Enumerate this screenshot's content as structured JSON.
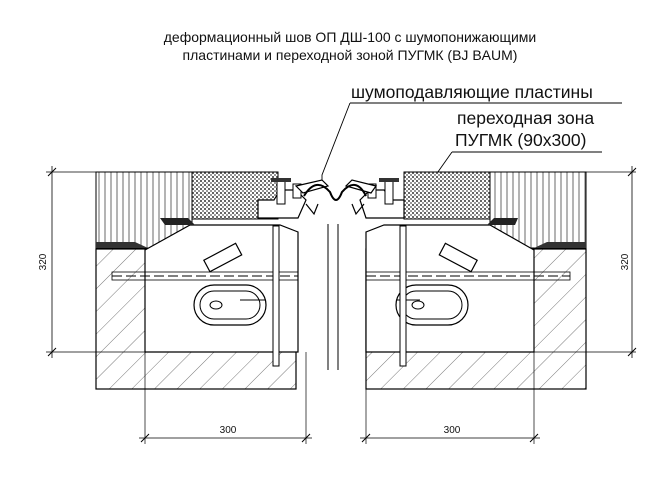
{
  "title": {
    "line1": "деформационный шов ОП ДШ-100 с шумопонижающими",
    "line2": "пластинами и переходной зоной ПУГМК (BJ BAUM)"
  },
  "callouts": {
    "noise_plates": "шумоподавляющие пластины",
    "transition_zone": "переходная зона",
    "pugmk": "ПУГМК (90х300)"
  },
  "dimensions": {
    "height_left": "320",
    "height_right": "320",
    "width_left": "300",
    "width_right": "300"
  },
  "colors": {
    "line": "#000000",
    "hatch": "#555555",
    "dark_panel": "#333333",
    "background": "#ffffff"
  }
}
